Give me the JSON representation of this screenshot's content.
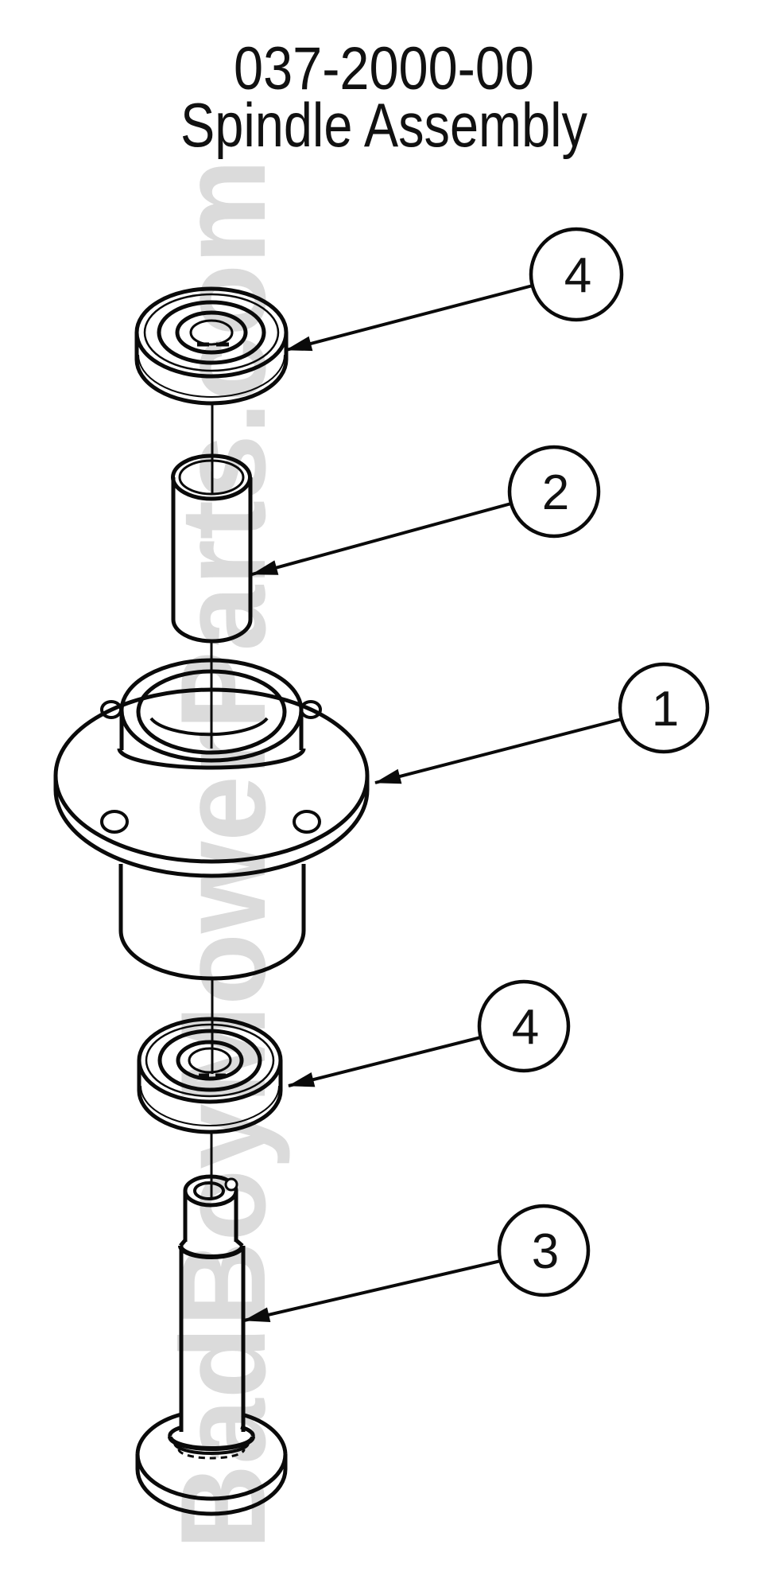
{
  "page": {
    "background": "#ffffff"
  },
  "diagram": {
    "title_line1": "037-2000-00",
    "title_line2": "Spindle Assembly",
    "watermark": "BadBoyMowerParts.com",
    "line_color": "#0a0a0a",
    "watermark_color": "#dbdbdb",
    "callouts": [
      {
        "label": "4"
      },
      {
        "label": "2"
      },
      {
        "label": "1"
      },
      {
        "label": "4"
      },
      {
        "label": "3"
      }
    ]
  }
}
